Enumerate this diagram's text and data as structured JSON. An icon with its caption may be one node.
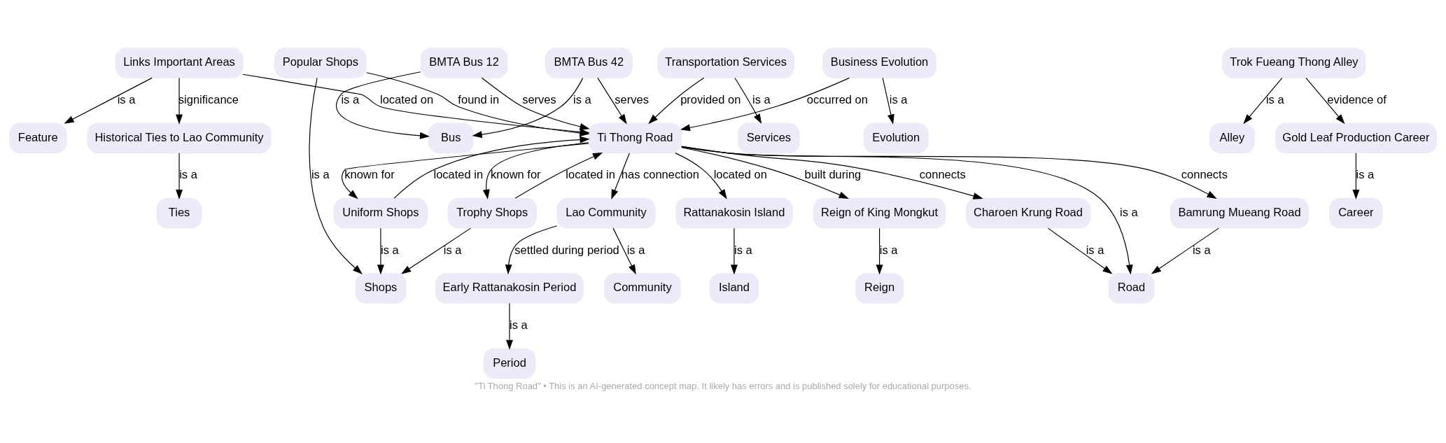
{
  "diagram": {
    "caption": "\"Ti Thong Road\" • This is an AI-generated concept map. It likely has errors and is published solely for educational purposes.",
    "nodes": [
      {
        "text": [
          "Links Important Areas"
        ]
      },
      {
        "text": [
          "BMTA Bus 12"
        ]
      },
      {
        "text": [
          "BMTA Bus 42"
        ]
      },
      {
        "text": [
          "Popular Shops"
        ]
      },
      {
        "text": [
          "Transportation Services"
        ]
      },
      {
        "text": [
          "Business Evolution"
        ]
      },
      {
        "text": [
          "Trok Fueang Thong Alley"
        ]
      },
      {
        "text": [
          "Feature"
        ]
      },
      {
        "text": [
          "Historical Ties to Lao Community"
        ]
      },
      {
        "text": [
          "Bus"
        ]
      },
      {
        "text": [
          "Ti Thong Road"
        ]
      },
      {
        "text": [
          "Services"
        ]
      },
      {
        "text": [
          "Evolution"
        ]
      },
      {
        "text": [
          "Alley"
        ]
      },
      {
        "text": [
          "Gold Leaf Production Career"
        ]
      },
      {
        "text": [
          "Ties"
        ]
      },
      {
        "text": [
          "Uniform Shops"
        ]
      },
      {
        "text": [
          "Trophy Shops"
        ]
      },
      {
        "text": [
          "Lao Community"
        ]
      },
      {
        "text": [
          "Rattanakosin Island"
        ]
      },
      {
        "text": [
          "Reign of King Mongkut"
        ]
      },
      {
        "text": [
          "Charoen Krung Road"
        ]
      },
      {
        "text": [
          "Bamrung Mueang Road"
        ]
      },
      {
        "text": [
          "Career"
        ]
      },
      {
        "text": [
          "Shops"
        ]
      },
      {
        "text": [
          "Early Rattanakosin Period"
        ]
      },
      {
        "text": [
          "Community"
        ]
      },
      {
        "text": [
          "Island"
        ]
      },
      {
        "text": [
          "Reign"
        ]
      },
      {
        "text": [
          "Road"
        ]
      },
      {
        "text": [
          "Period"
        ]
      }
    ],
    "edges": [
      {
        "from": 0,
        "to": 7,
        "arrow": "to",
        "label": "is a"
      },
      {
        "from": 0,
        "to": 8,
        "arrow": "to",
        "label": "significance"
      },
      {
        "from": 1,
        "to": 9,
        "arrow": "to",
        "label": "is a"
      },
      {
        "from": 0,
        "to": 10,
        "arrow": "to",
        "label": "located on"
      },
      {
        "from": 1,
        "to": 10,
        "arrow": "to",
        "label": "serves"
      },
      {
        "from": 2,
        "to": 9,
        "arrow": "to",
        "label": "is a"
      },
      {
        "from": 3,
        "to": 24,
        "arrow": "to",
        "label": "is a"
      },
      {
        "from": 2,
        "to": 10,
        "arrow": "to",
        "label": "serves"
      },
      {
        "from": 3,
        "to": 10,
        "arrow": "to",
        "label": "found in"
      },
      {
        "from": 4,
        "to": 10,
        "arrow": "to",
        "label": "provided on"
      },
      {
        "from": 4,
        "to": 11,
        "arrow": "to",
        "label": "is a"
      },
      {
        "from": 5,
        "to": 10,
        "arrow": "to",
        "label": "occurred on"
      },
      {
        "from": 5,
        "to": 12,
        "arrow": "to",
        "label": "is a"
      },
      {
        "from": 6,
        "to": 13,
        "arrow": "to",
        "label": "is a"
      },
      {
        "from": 6,
        "to": 14,
        "arrow": "to",
        "label": "evidence of"
      },
      {
        "from": 8,
        "to": 15,
        "arrow": "to",
        "label": "is a"
      },
      {
        "from": 10,
        "to": 16,
        "arrow": "to",
        "label": "known for"
      },
      {
        "from": 16,
        "to": 10,
        "arrow": "to",
        "label": "located in"
      },
      {
        "from": 10,
        "to": 17,
        "arrow": "to",
        "label": "known for"
      },
      {
        "from": 17,
        "to": 10,
        "arrow": "to",
        "label": "located in"
      },
      {
        "from": 10,
        "to": 18,
        "arrow": "to",
        "label": "has connection"
      },
      {
        "from": 10,
        "to": 19,
        "arrow": "to",
        "label": "located on"
      },
      {
        "from": 10,
        "to": 20,
        "arrow": "to",
        "label": "built during"
      },
      {
        "from": 10,
        "to": 21,
        "arrow": "to",
        "label": "connects"
      },
      {
        "from": 10,
        "to": 29,
        "arrow": "to",
        "label": "is a"
      },
      {
        "from": 10,
        "to": 22,
        "arrow": "to",
        "label": "connects"
      },
      {
        "from": 14,
        "to": 23,
        "arrow": "to",
        "label": "is a"
      },
      {
        "from": 16,
        "to": 24,
        "arrow": "to",
        "label": "is a"
      },
      {
        "from": 17,
        "to": 24,
        "arrow": "to",
        "label": "is a"
      },
      {
        "from": 18,
        "to": 25,
        "arrow": "to",
        "label": "settled during period"
      },
      {
        "from": 18,
        "to": 26,
        "arrow": "to",
        "label": "is a"
      },
      {
        "from": 19,
        "to": 27,
        "arrow": "to",
        "label": "is a"
      },
      {
        "from": 20,
        "to": 28,
        "arrow": "to",
        "label": "is a"
      },
      {
        "from": 21,
        "to": 29,
        "arrow": "to",
        "label": "is a"
      },
      {
        "from": 22,
        "to": 29,
        "arrow": "to",
        "label": "is a"
      },
      {
        "from": 25,
        "to": 30,
        "arrow": "to",
        "label": "is a"
      }
    ]
  }
}
